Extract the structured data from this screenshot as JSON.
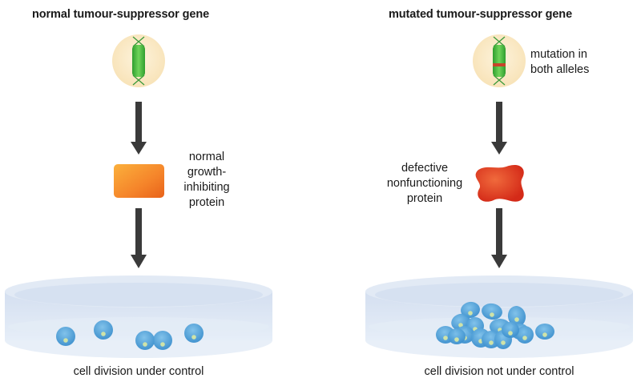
{
  "left_panel": {
    "title": "normal tumour-suppressor gene",
    "gene": {
      "icon": "chromosome-icon",
      "mutation_band": false,
      "color": "#3cb83c"
    },
    "protein": {
      "label_lines": [
        "normal",
        "growth-",
        "inhibiting",
        "protein"
      ],
      "shape": "rectangle",
      "color": "#f07a1e"
    },
    "dish": {
      "caption": "cell division under control",
      "cell_count": 5
    }
  },
  "right_panel": {
    "title": "mutated tumour-suppressor gene",
    "gene": {
      "icon": "chromosome-icon",
      "mutation_band": true,
      "mutation_color": "#c8442a",
      "label_lines": [
        "mutation in",
        "both alleles"
      ]
    },
    "protein": {
      "label_lines": [
        "defective",
        "nonfunctioning",
        "protein"
      ],
      "shape": "irregular-blob",
      "color": "#e0321c"
    },
    "dish": {
      "caption": "cell division not under control",
      "cell_count": 16
    }
  },
  "colors": {
    "arrow": "#3a3a3a",
    "nucleus": "#fbe9c4",
    "cell": "#5aa8dc",
    "dish": "#dfe8f4"
  }
}
